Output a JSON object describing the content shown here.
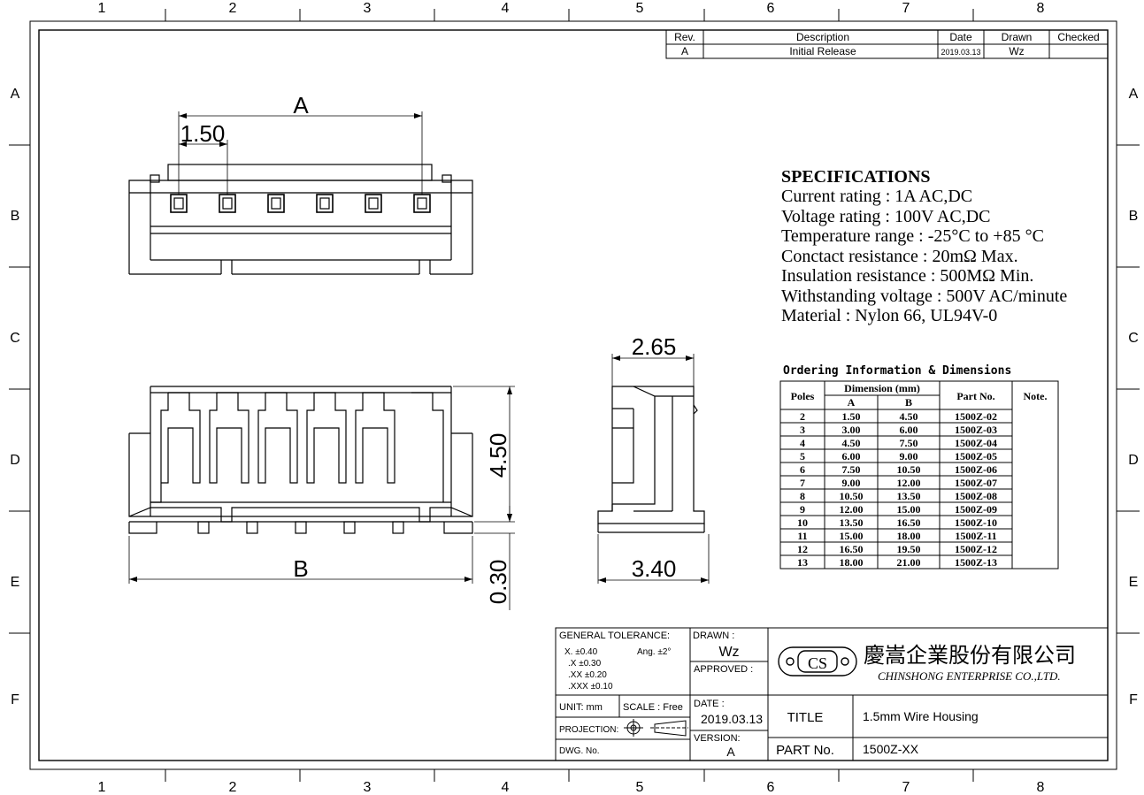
{
  "frame": {
    "columns": [
      "1",
      "2",
      "3",
      "4",
      "5",
      "6",
      "7",
      "8"
    ],
    "rows": [
      "A",
      "B",
      "C",
      "D",
      "E",
      "F"
    ]
  },
  "revision_table": {
    "headers": {
      "rev": "Rev.",
      "description": "Description",
      "date": "Date",
      "drawn": "Drawn",
      "checked": "Checked"
    },
    "rows": [
      {
        "rev": "A",
        "description": "Initial Release",
        "date": "2019.03.13",
        "drawn": "Wz",
        "checked": ""
      }
    ]
  },
  "specifications": {
    "title": "SPECIFICATIONS",
    "lines": [
      "Current rating : 1A AC,DC",
      "Voltage rating : 100V AC,DC",
      "Temperature range : -25°C to +85 °C",
      "Conctact resistance : 20mΩ Max.",
      "Insulation resistance : 500MΩ Min.",
      "Withstanding voltage : 500V AC/minute",
      "Material : Nylon 66, UL94V-0"
    ]
  },
  "ordering": {
    "title": "Ordering Information & Dimensions",
    "headers": {
      "poles": "Poles",
      "dimension": "Dimension (mm)",
      "a": "A",
      "b": "B",
      "part": "Part No.",
      "note": "Note."
    },
    "rows": [
      [
        "2",
        "1.50",
        "4.50",
        "1500Z-02"
      ],
      [
        "3",
        "3.00",
        "6.00",
        "1500Z-03"
      ],
      [
        "4",
        "4.50",
        "7.50",
        "1500Z-04"
      ],
      [
        "5",
        "6.00",
        "9.00",
        "1500Z-05"
      ],
      [
        "6",
        "7.50",
        "10.50",
        "1500Z-06"
      ],
      [
        "7",
        "9.00",
        "12.00",
        "1500Z-07"
      ],
      [
        "8",
        "10.50",
        "13.50",
        "1500Z-08"
      ],
      [
        "9",
        "12.00",
        "15.00",
        "1500Z-09"
      ],
      [
        "10",
        "13.50",
        "16.50",
        "1500Z-10"
      ],
      [
        "11",
        "15.00",
        "18.00",
        "1500Z-11"
      ],
      [
        "12",
        "16.50",
        "19.50",
        "1500Z-12"
      ],
      [
        "13",
        "18.00",
        "21.00",
        "1500Z-13"
      ]
    ]
  },
  "dimensions": {
    "a": "A",
    "pitch": "1.50",
    "b": "B",
    "height": "4.50",
    "pin": "0.30",
    "side_top": "2.65",
    "side_bottom": "3.40"
  },
  "title_block": {
    "tolerance_title": "GENERAL TOLERANCE:",
    "tol_x": "X.   ±0.40",
    "tol_ang": "Ang.  ±2°",
    "tol_x1": ".X   ±0.30",
    "tol_x2": ".XX  ±0.20",
    "tol_x3": ".XXX ±0.10",
    "drawn_label": "DRAWN :",
    "drawn_value": "Wz",
    "approved_label": "APPROVED :",
    "unit": "UNIT:  mm",
    "scale": "SCALE :  Free",
    "projection": "PROJECTION:",
    "dwg_no": "DWG. No.",
    "date_label": "DATE :",
    "date_value": "2019.03.13",
    "version_label": "VERSION:",
    "version_value": "A",
    "logo": "CS",
    "company_cn": "慶嵩企業股份有限公司",
    "company_en": "CHINSHONG ENTERPRISE CO.,LTD.",
    "title_label": "TITLE",
    "title_value": "1.5mm Wire Housing",
    "part_label": "PART No.",
    "part_value": "1500Z-XX"
  }
}
